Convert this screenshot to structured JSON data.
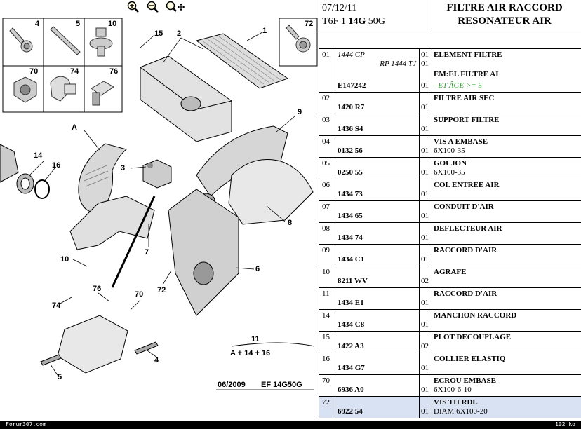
{
  "toolbar": {
    "zoom_in_icon": "magnifier-plus",
    "zoom_out_icon": "magnifier-minus",
    "pan_icon": "magnifier-move"
  },
  "diagram": {
    "thumbs": [
      "4",
      "5",
      "10",
      "72",
      "70",
      "74",
      "76"
    ],
    "callouts": [
      "15",
      "2",
      "1",
      "A",
      "9",
      "14",
      "16",
      "3",
      "8",
      "7",
      "10",
      "72",
      "6",
      "76",
      "70",
      "74",
      "4",
      "5"
    ],
    "kit_number": "11",
    "kit_formula": "A + 14 + 16",
    "footer_date": "06/2009",
    "footer_code": "EF 14G50G"
  },
  "header": {
    "date": "07/12/11",
    "vehicle_prefix": "T6F 1",
    "vehicle_engine": "14G",
    "vehicle_suffix": "50G",
    "title_line1": "FILTRE AIR RACCORD",
    "title_line2": "RESONATEUR AIR"
  },
  "rows": [
    {
      "rep": "01",
      "lines": [
        {
          "ref": "1444 CP",
          "ref_style": "it",
          "qty": "01",
          "des": "ELEMENT FILTRE",
          "des_style": "b"
        },
        {
          "ref": "RP 1444 TJ",
          "ref_style": "it-right",
          "qty": "01",
          "des": "",
          "des_style": ""
        },
        {
          "ref": "",
          "ref_style": "",
          "qty": "",
          "des": "EM:EL FILTRE AI",
          "des_style": "b"
        },
        {
          "ref": "E147242",
          "ref_style": "b",
          "qty": "01",
          "des": "- ET ÂGE >= 5",
          "des_style": "grn"
        }
      ]
    },
    {
      "rep": "02",
      "lines": [
        {
          "ref": "",
          "ref_style": "",
          "qty": "",
          "des": "FILTRE AIR SEC",
          "des_style": "b"
        },
        {
          "ref": "1420 R7",
          "ref_style": "b",
          "qty": "01",
          "des": "",
          "des_style": ""
        }
      ]
    },
    {
      "rep": "03",
      "lines": [
        {
          "ref": "",
          "ref_style": "",
          "qty": "",
          "des": "SUPPORT FILTRE",
          "des_style": "b"
        },
        {
          "ref": "1436 S4",
          "ref_style": "b",
          "qty": "01",
          "des": "",
          "des_style": ""
        }
      ]
    },
    {
      "rep": "04",
      "lines": [
        {
          "ref": "",
          "ref_style": "",
          "qty": "",
          "des": "VIS A EMBASE",
          "des_style": "b"
        },
        {
          "ref": "0132 56",
          "ref_style": "b",
          "qty": "01",
          "des": "6X100-35",
          "des_style": ""
        }
      ]
    },
    {
      "rep": "05",
      "lines": [
        {
          "ref": "",
          "ref_style": "",
          "qty": "",
          "des": "GOUJON",
          "des_style": "b"
        },
        {
          "ref": "0250 55",
          "ref_style": "b",
          "qty": "01",
          "des": "6X100-35",
          "des_style": ""
        }
      ]
    },
    {
      "rep": "06",
      "lines": [
        {
          "ref": "",
          "ref_style": "",
          "qty": "",
          "des": "COL ENTREE AIR",
          "des_style": "b"
        },
        {
          "ref": "1434 73",
          "ref_style": "b",
          "qty": "01",
          "des": "",
          "des_style": ""
        }
      ]
    },
    {
      "rep": "07",
      "lines": [
        {
          "ref": "",
          "ref_style": "",
          "qty": "",
          "des": "CONDUIT D'AIR",
          "des_style": "b"
        },
        {
          "ref": "1434 65",
          "ref_style": "b",
          "qty": "01",
          "des": "",
          "des_style": ""
        }
      ]
    },
    {
      "rep": "08",
      "lines": [
        {
          "ref": "",
          "ref_style": "",
          "qty": "",
          "des": "DEFLECTEUR AIR",
          "des_style": "b"
        },
        {
          "ref": "1434 74",
          "ref_style": "b",
          "qty": "01",
          "des": "",
          "des_style": ""
        }
      ]
    },
    {
      "rep": "09",
      "lines": [
        {
          "ref": "",
          "ref_style": "",
          "qty": "",
          "des": "RACCORD D'AIR",
          "des_style": "b"
        },
        {
          "ref": "1434 C1",
          "ref_style": "b",
          "qty": "01",
          "des": "",
          "des_style": ""
        }
      ]
    },
    {
      "rep": "10",
      "lines": [
        {
          "ref": "",
          "ref_style": "",
          "qty": "",
          "des": "AGRAFE",
          "des_style": "b"
        },
        {
          "ref": "8211 WV",
          "ref_style": "b",
          "qty": "02",
          "des": "",
          "des_style": ""
        }
      ]
    },
    {
      "rep": "11",
      "lines": [
        {
          "ref": "",
          "ref_style": "",
          "qty": "",
          "des": "RACCORD D'AIR",
          "des_style": "b"
        },
        {
          "ref": "1434 E1",
          "ref_style": "b",
          "qty": "01",
          "des": "",
          "des_style": ""
        }
      ]
    },
    {
      "rep": "14",
      "lines": [
        {
          "ref": "",
          "ref_style": "",
          "qty": "",
          "des": "MANCHON RACCORD",
          "des_style": "b"
        },
        {
          "ref": "1434 C8",
          "ref_style": "b",
          "qty": "01",
          "des": "",
          "des_style": ""
        }
      ]
    },
    {
      "rep": "15",
      "lines": [
        {
          "ref": "",
          "ref_style": "",
          "qty": "",
          "des": "PLOT DECOUPLAGE",
          "des_style": "b"
        },
        {
          "ref": "1422 A3",
          "ref_style": "b",
          "qty": "02",
          "des": "",
          "des_style": ""
        }
      ]
    },
    {
      "rep": "16",
      "lines": [
        {
          "ref": "",
          "ref_style": "",
          "qty": "",
          "des": "COLLIER ELASTIQ",
          "des_style": "b"
        },
        {
          "ref": "1434 G7",
          "ref_style": "b",
          "qty": "01",
          "des": "",
          "des_style": ""
        }
      ]
    },
    {
      "rep": "70",
      "lines": [
        {
          "ref": "",
          "ref_style": "",
          "qty": "",
          "des": "ECROU EMBASE",
          "des_style": "b"
        },
        {
          "ref": "6936 A0",
          "ref_style": "b",
          "qty": "01",
          "des": "6X100-6-10",
          "des_style": ""
        }
      ]
    },
    {
      "rep": "72",
      "selected": true,
      "lines": [
        {
          "ref": "",
          "ref_style": "",
          "qty": "",
          "des": "VIS TH RDL",
          "des_style": "b"
        },
        {
          "ref": "6922 54",
          "ref_style": "b",
          "qty": "01",
          "des": "DIAM 6X100-20",
          "des_style": ""
        }
      ]
    }
  ],
  "status": {
    "left": "Forum307.com",
    "right": "102 ko"
  }
}
